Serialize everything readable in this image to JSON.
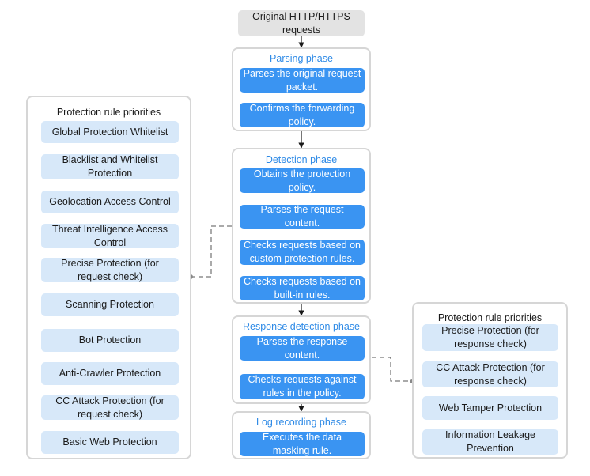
{
  "start": {
    "label": "Original HTTP/HTTPS requests"
  },
  "phases": [
    {
      "title": "Parsing phase",
      "steps": [
        "Parses the original request packet.",
        "Confirms the forwarding policy."
      ]
    },
    {
      "title": "Detection phase",
      "steps": [
        "Obtains the protection policy.",
        "Parses the request content.",
        "Checks requests based on custom protection rules.",
        "Checks requests based on built-in rules."
      ]
    },
    {
      "title": "Response detection phase",
      "steps": [
        "Parses the response content.",
        "Checks requests against rules in the policy."
      ]
    },
    {
      "title": "Log recording phase",
      "steps": [
        "Executes the data masking rule."
      ]
    }
  ],
  "left_priorities": {
    "title": "Protection rule priorities",
    "items": [
      "Global Protection Whitelist",
      "Blacklist and Whitelist Protection",
      "Geolocation Access Control",
      "Threat Intelligence Access Control",
      "Precise Protection (for request check)",
      "Scanning Protection",
      "Bot Protection",
      "Anti-Crawler Protection",
      "CC Attack Protection (for request check)",
      "Basic Web Protection"
    ]
  },
  "right_priorities": {
    "title": "Protection rule priorities",
    "items": [
      "Precise Protection (for response check)",
      "CC Attack Protection (for response check)",
      "Web Tamper Protection",
      "Information Leakage Prevention"
    ]
  },
  "colors": {
    "step": "#3a94f2",
    "priority": "#d7e8f9",
    "phase_title": "#2e8ae6",
    "border": "#d6d6d6",
    "start": "#e3e3e3"
  }
}
